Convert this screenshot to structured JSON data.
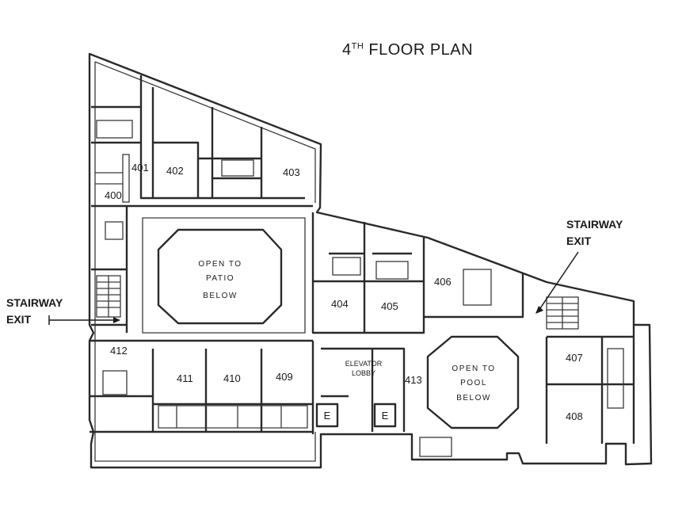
{
  "title": {
    "number": "4",
    "suffix": "TH",
    "text": "FLOOR PLAN"
  },
  "exits": {
    "left": {
      "line1": "STAIRWAY",
      "line2": "EXIT"
    },
    "right": {
      "line1": "STAIRWAY",
      "line2": "EXIT"
    }
  },
  "open_areas": {
    "patio": {
      "line1": "OPEN TO",
      "line2": "PATIO",
      "line3": "BELOW"
    },
    "pool": {
      "line1": "OPEN TO",
      "line2": "POOL",
      "line3": "BELOW"
    }
  },
  "elevator_lobby": {
    "line1": "ELEVATOR",
    "line2": "LOBBY"
  },
  "elevators": [
    "E",
    "E"
  ],
  "rooms": {
    "r400": "400",
    "r401": "401",
    "r402": "402",
    "r403": "403",
    "r404": "404",
    "r405": "405",
    "r406": "406",
    "r407": "407",
    "r408": "408",
    "r409": "409",
    "r410": "410",
    "r411": "411",
    "r412": "412",
    "r413": "413"
  }
}
